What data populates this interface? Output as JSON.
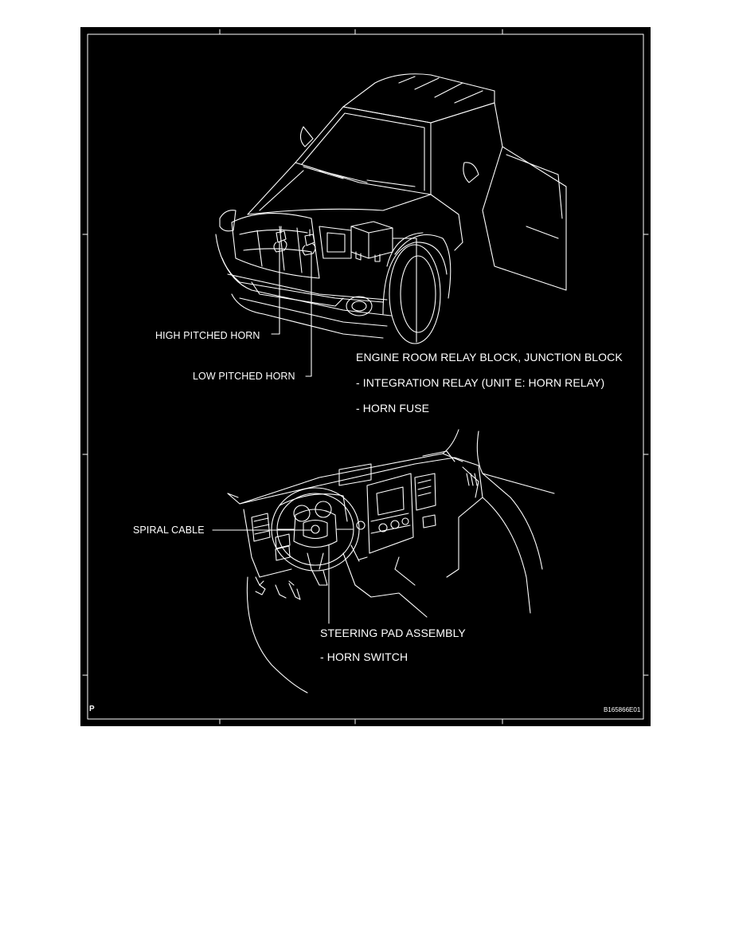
{
  "figure": {
    "labels": {
      "high_horn": "HIGH PITCHED HORN",
      "low_horn": "LOW PITCHED HORN",
      "engine_room": "ENGINE ROOM RELAY BLOCK, JUNCTION BLOCK",
      "integration_relay": "- INTEGRATION RELAY (UNIT E: HORN RELAY)",
      "horn_fuse": "- HORN FUSE",
      "spiral_cable": "SPIRAL CABLE",
      "steering_pad": "STEERING PAD ASSEMBLY",
      "horn_switch": "- HORN SWITCH"
    },
    "corner_mark": "P",
    "figure_code": "B165866E01"
  },
  "colors": {
    "background": "#000000",
    "lines": "#ffffff",
    "page": "#ffffff"
  }
}
